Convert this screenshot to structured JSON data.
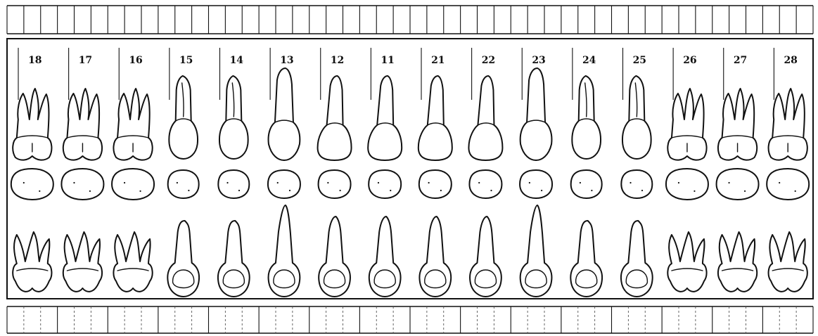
{
  "chart": {
    "tooth_numbers": [
      "18",
      "17",
      "16",
      "15",
      "14",
      "13",
      "12",
      "11",
      "21",
      "22",
      "23",
      "24",
      "25",
      "26",
      "27",
      "28"
    ],
    "tooth_types": [
      "molar",
      "molar",
      "molar",
      "premolar",
      "premolar",
      "canine",
      "incisor",
      "incisor",
      "incisor",
      "incisor",
      "canine",
      "premolar",
      "premolar",
      "molar",
      "molar",
      "molar"
    ]
  }
}
